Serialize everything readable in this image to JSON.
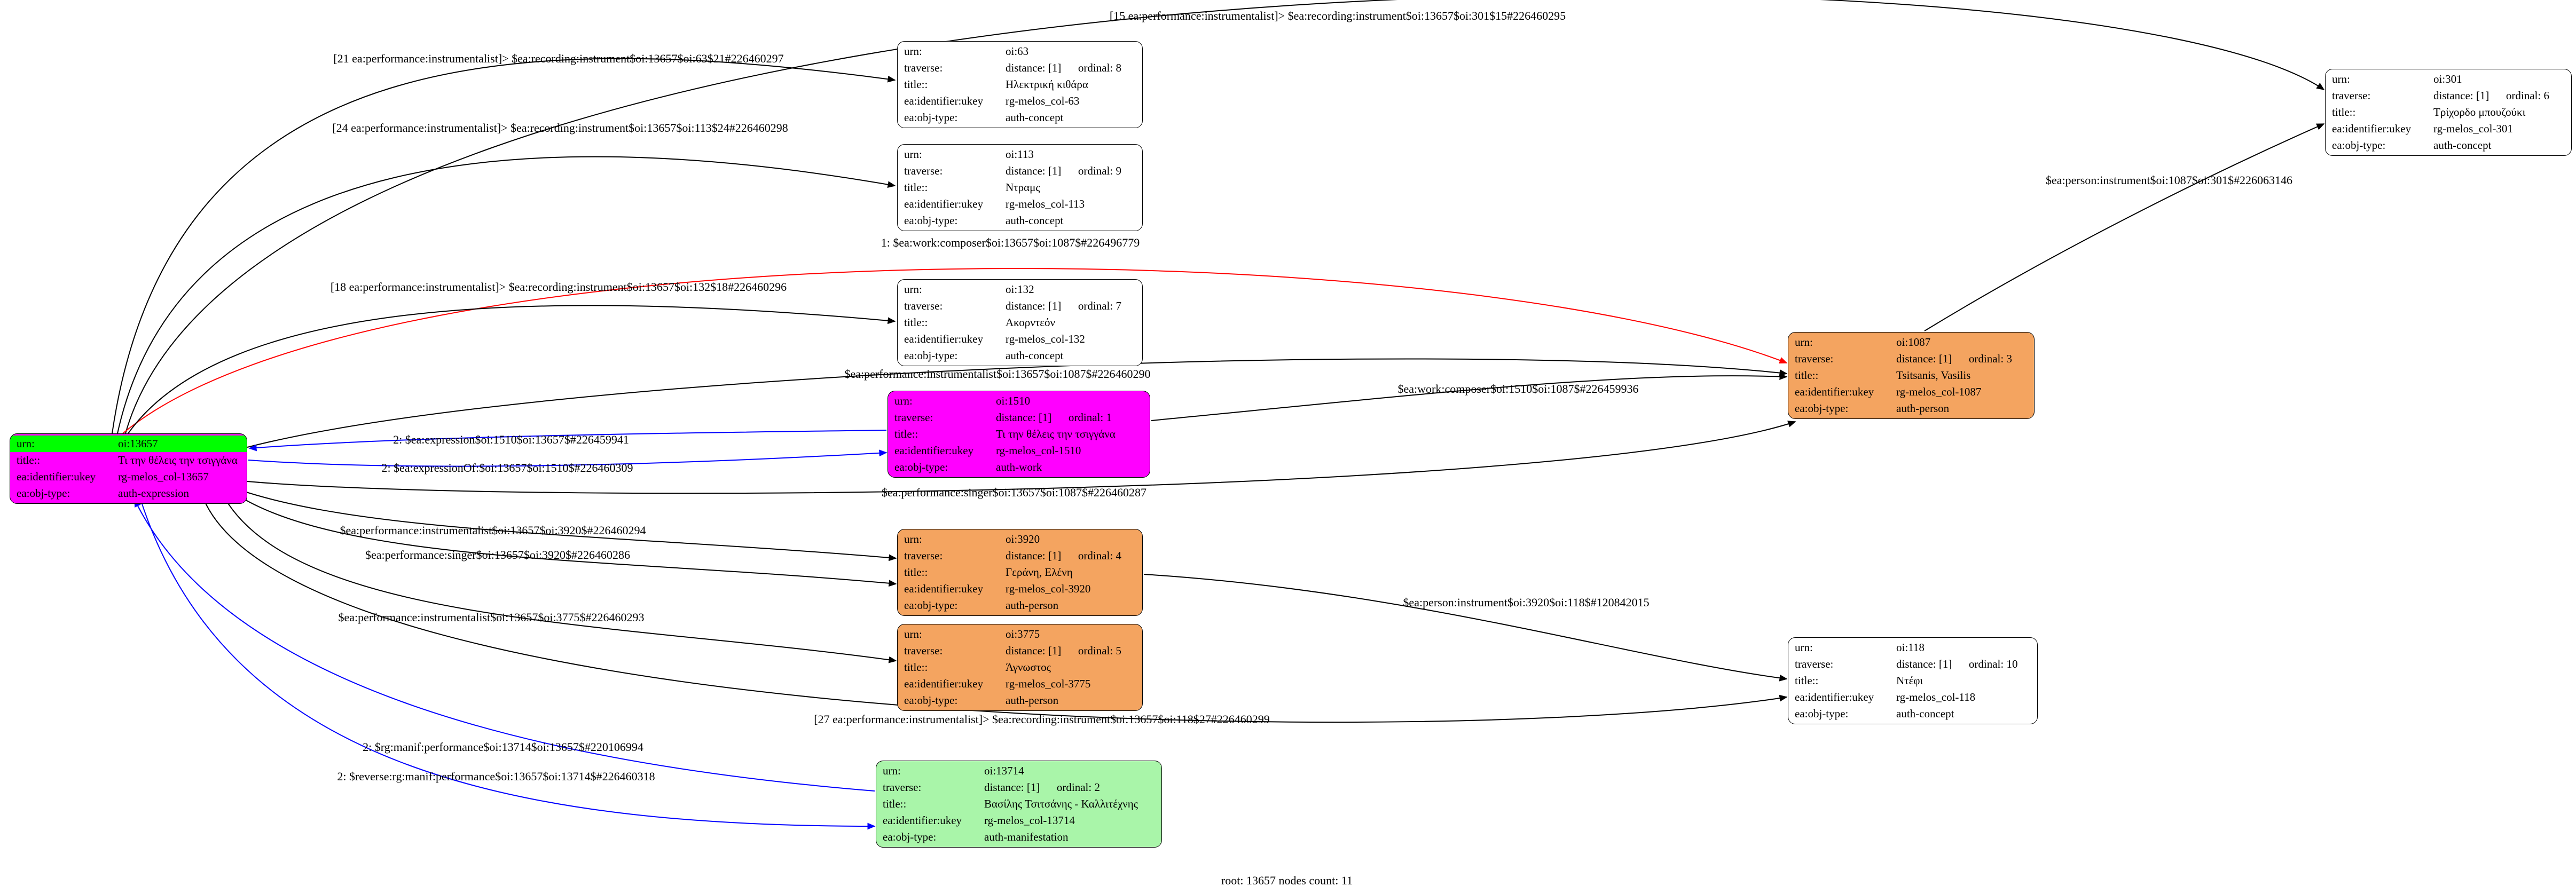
{
  "footer": "root: 13657 nodes count: 11",
  "colors": {
    "expression_fill": "#ff00ff",
    "work_fill": "#ff00ff",
    "person_fill": "#f4a460",
    "manifestation_fill": "#a9f5a9",
    "concept_fill": "#ffffff",
    "root_header_fill": "#00ff00",
    "edge_black": "#000000",
    "edge_red": "#ff0000",
    "edge_blue": "#0000ff"
  },
  "graph": {
    "nodes": [
      {
        "id": "oi:13657",
        "fill": "#ff00ff",
        "rows": [
          {
            "k": "urn:",
            "v": "oi:13657",
            "bg": "#00ff00"
          },
          {
            "k": "title::",
            "v": "Τι την θέλεις την τσιγγάνα"
          },
          {
            "k": "ea:identifier:ukey",
            "v": "rg-melos_col-13657"
          },
          {
            "k": "ea:obj-type:",
            "v": "auth-expression"
          }
        ]
      },
      {
        "id": "oi:63",
        "fill": "#ffffff",
        "rows": [
          {
            "k": "urn:",
            "v": "oi:63"
          },
          {
            "k": "traverse:",
            "v": "distance: [1]      ordinal: 8"
          },
          {
            "k": "title::",
            "v": "Ηλεκτρική κιθάρα"
          },
          {
            "k": "ea:identifier:ukey",
            "v": "rg-melos_col-63"
          },
          {
            "k": "ea:obj-type:",
            "v": "auth-concept"
          }
        ]
      },
      {
        "id": "oi:113",
        "fill": "#ffffff",
        "rows": [
          {
            "k": "urn:",
            "v": "oi:113"
          },
          {
            "k": "traverse:",
            "v": "distance: [1]      ordinal: 9"
          },
          {
            "k": "title::",
            "v": "Ντραμς"
          },
          {
            "k": "ea:identifier:ukey",
            "v": "rg-melos_col-113"
          },
          {
            "k": "ea:obj-type:",
            "v": "auth-concept"
          }
        ]
      },
      {
        "id": "oi:132",
        "fill": "#ffffff",
        "rows": [
          {
            "k": "urn:",
            "v": "oi:132"
          },
          {
            "k": "traverse:",
            "v": "distance: [1]      ordinal: 7"
          },
          {
            "k": "title::",
            "v": "Ακορντεόν"
          },
          {
            "k": "ea:identifier:ukey",
            "v": "rg-melos_col-132"
          },
          {
            "k": "ea:obj-type:",
            "v": "auth-concept"
          }
        ]
      },
      {
        "id": "oi:1510",
        "fill": "#ff00ff",
        "rows": [
          {
            "k": "urn:",
            "v": "oi:1510"
          },
          {
            "k": "traverse:",
            "v": "distance: [1]      ordinal: 1"
          },
          {
            "k": "title::",
            "v": "Τι την θέλεις την τσιγγάνα"
          },
          {
            "k": "ea:identifier:ukey",
            "v": "rg-melos_col-1510"
          },
          {
            "k": "ea:obj-type:",
            "v": "auth-work"
          }
        ]
      },
      {
        "id": "oi:3920",
        "fill": "#f4a460",
        "rows": [
          {
            "k": "urn:",
            "v": "oi:3920"
          },
          {
            "k": "traverse:",
            "v": "distance: [1]      ordinal: 4"
          },
          {
            "k": "title::",
            "v": "Γεράνη, Ελένη"
          },
          {
            "k": "ea:identifier:ukey",
            "v": "rg-melos_col-3920"
          },
          {
            "k": "ea:obj-type:",
            "v": "auth-person"
          }
        ]
      },
      {
        "id": "oi:3775",
        "fill": "#f4a460",
        "rows": [
          {
            "k": "urn:",
            "v": "oi:3775"
          },
          {
            "k": "traverse:",
            "v": "distance: [1]      ordinal: 5"
          },
          {
            "k": "title::",
            "v": "Άγνωστος"
          },
          {
            "k": "ea:identifier:ukey",
            "v": "rg-melos_col-3775"
          },
          {
            "k": "ea:obj-type:",
            "v": "auth-person"
          }
        ]
      },
      {
        "id": "oi:13714",
        "fill": "#a9f5a9",
        "rows": [
          {
            "k": "urn:",
            "v": "oi:13714"
          },
          {
            "k": "traverse:",
            "v": "distance: [1]      ordinal: 2"
          },
          {
            "k": "title::",
            "v": "Βασίλης Τσιτσάνης - Καλλιτέχνης"
          },
          {
            "k": "ea:identifier:ukey",
            "v": "rg-melos_col-13714"
          },
          {
            "k": "ea:obj-type:",
            "v": "auth-manifestation"
          }
        ]
      },
      {
        "id": "oi:1087",
        "fill": "#f4a460",
        "rows": [
          {
            "k": "urn:",
            "v": "oi:1087"
          },
          {
            "k": "traverse:",
            "v": "distance: [1]      ordinal: 3"
          },
          {
            "k": "title::",
            "v": "Tsitsanis, Vasilis"
          },
          {
            "k": "ea:identifier:ukey",
            "v": "rg-melos_col-1087"
          },
          {
            "k": "ea:obj-type:",
            "v": "auth-person"
          }
        ]
      },
      {
        "id": "oi:301",
        "fill": "#ffffff",
        "rows": [
          {
            "k": "urn:",
            "v": "oi:301"
          },
          {
            "k": "traverse:",
            "v": "distance: [1]      ordinal: 6"
          },
          {
            "k": "title::",
            "v": "Τρίχορδο μπουζούκι"
          },
          {
            "k": "ea:identifier:ukey",
            "v": "rg-melos_col-301"
          },
          {
            "k": "ea:obj-type:",
            "v": "auth-concept"
          }
        ]
      },
      {
        "id": "oi:118",
        "fill": "#ffffff",
        "rows": [
          {
            "k": "urn:",
            "v": "oi:118"
          },
          {
            "k": "traverse:",
            "v": "distance: [1]      ordinal: 10"
          },
          {
            "k": "title::",
            "v": "Ντέφι"
          },
          {
            "k": "ea:identifier:ukey",
            "v": "rg-melos_col-118"
          },
          {
            "k": "ea:obj-type:",
            "v": "auth-concept"
          }
        ]
      }
    ],
    "edges": [
      {
        "id": "e15",
        "color": "black",
        "label": "[15 ea:performance:instrumentalist]> $ea:recording:instrument$oi:13657$oi:301$15#226460295"
      },
      {
        "id": "e21",
        "color": "black",
        "label": "[21 ea:performance:instrumentalist]> $ea:recording:instrument$oi:13657$oi:63$21#226460297"
      },
      {
        "id": "e24",
        "color": "black",
        "label": "[24 ea:performance:instrumentalist]> $ea:recording:instrument$oi:13657$oi:113$24#226460298"
      },
      {
        "id": "ecomp",
        "color": "red",
        "label": "1: $ea:work:composer$oi:13657$oi:1087$#226496779"
      },
      {
        "id": "e18",
        "color": "black",
        "label": "[18 ea:performance:instrumentalist]> $ea:recording:instrument$oi:13657$oi:132$18#226460296"
      },
      {
        "id": "e290",
        "color": "black",
        "label": "$ea:performance:instrumentalist$oi:13657$oi:1087$#226460290"
      },
      {
        "id": "ewc",
        "color": "black",
        "label": "$ea:work:composer$oi:1510$oi:1087$#226459936"
      },
      {
        "id": "eexpr",
        "color": "blue",
        "label": "2: $ea:expression$oi:1510$oi:13657$#226459941"
      },
      {
        "id": "eexof",
        "color": "blue",
        "label": "2: $ea:expressionOf:$oi:13657$oi:1510$#226460309"
      },
      {
        "id": "esng",
        "color": "black",
        "label": "$ea:performance:singer$oi:13657$oi:1087$#226460287"
      },
      {
        "id": "e294",
        "color": "black",
        "label": "$ea:performance:instrumentalist$oi:13657$oi:3920$#226460294"
      },
      {
        "id": "e286",
        "color": "black",
        "label": "$ea:performance:singer$oi:13657$oi:3920$#226460286"
      },
      {
        "id": "e293",
        "color": "black",
        "label": "$ea:performance:instrumentalist$oi:13657$oi:3775$#226460293"
      },
      {
        "id": "epi39",
        "color": "black",
        "label": "$ea:person:instrument$oi:3920$oi:118$#120842015"
      },
      {
        "id": "e27",
        "color": "black",
        "label": "[27 ea:performance:instrumentalist]> $ea:recording:instrument$oi:13657$oi:118$27#226460299"
      },
      {
        "id": "emanif",
        "color": "blue",
        "label": "2: $rg:manif:performance$oi:13714$oi:13657$#220106994"
      },
      {
        "id": "erev",
        "color": "blue",
        "label": "2: $reverse:rg:manif:performance$oi:13657$oi:13714$#226460318"
      },
      {
        "id": "epi10",
        "color": "black",
        "label": "$ea:person:instrument$oi:1087$oi:301$#226063146"
      }
    ]
  }
}
